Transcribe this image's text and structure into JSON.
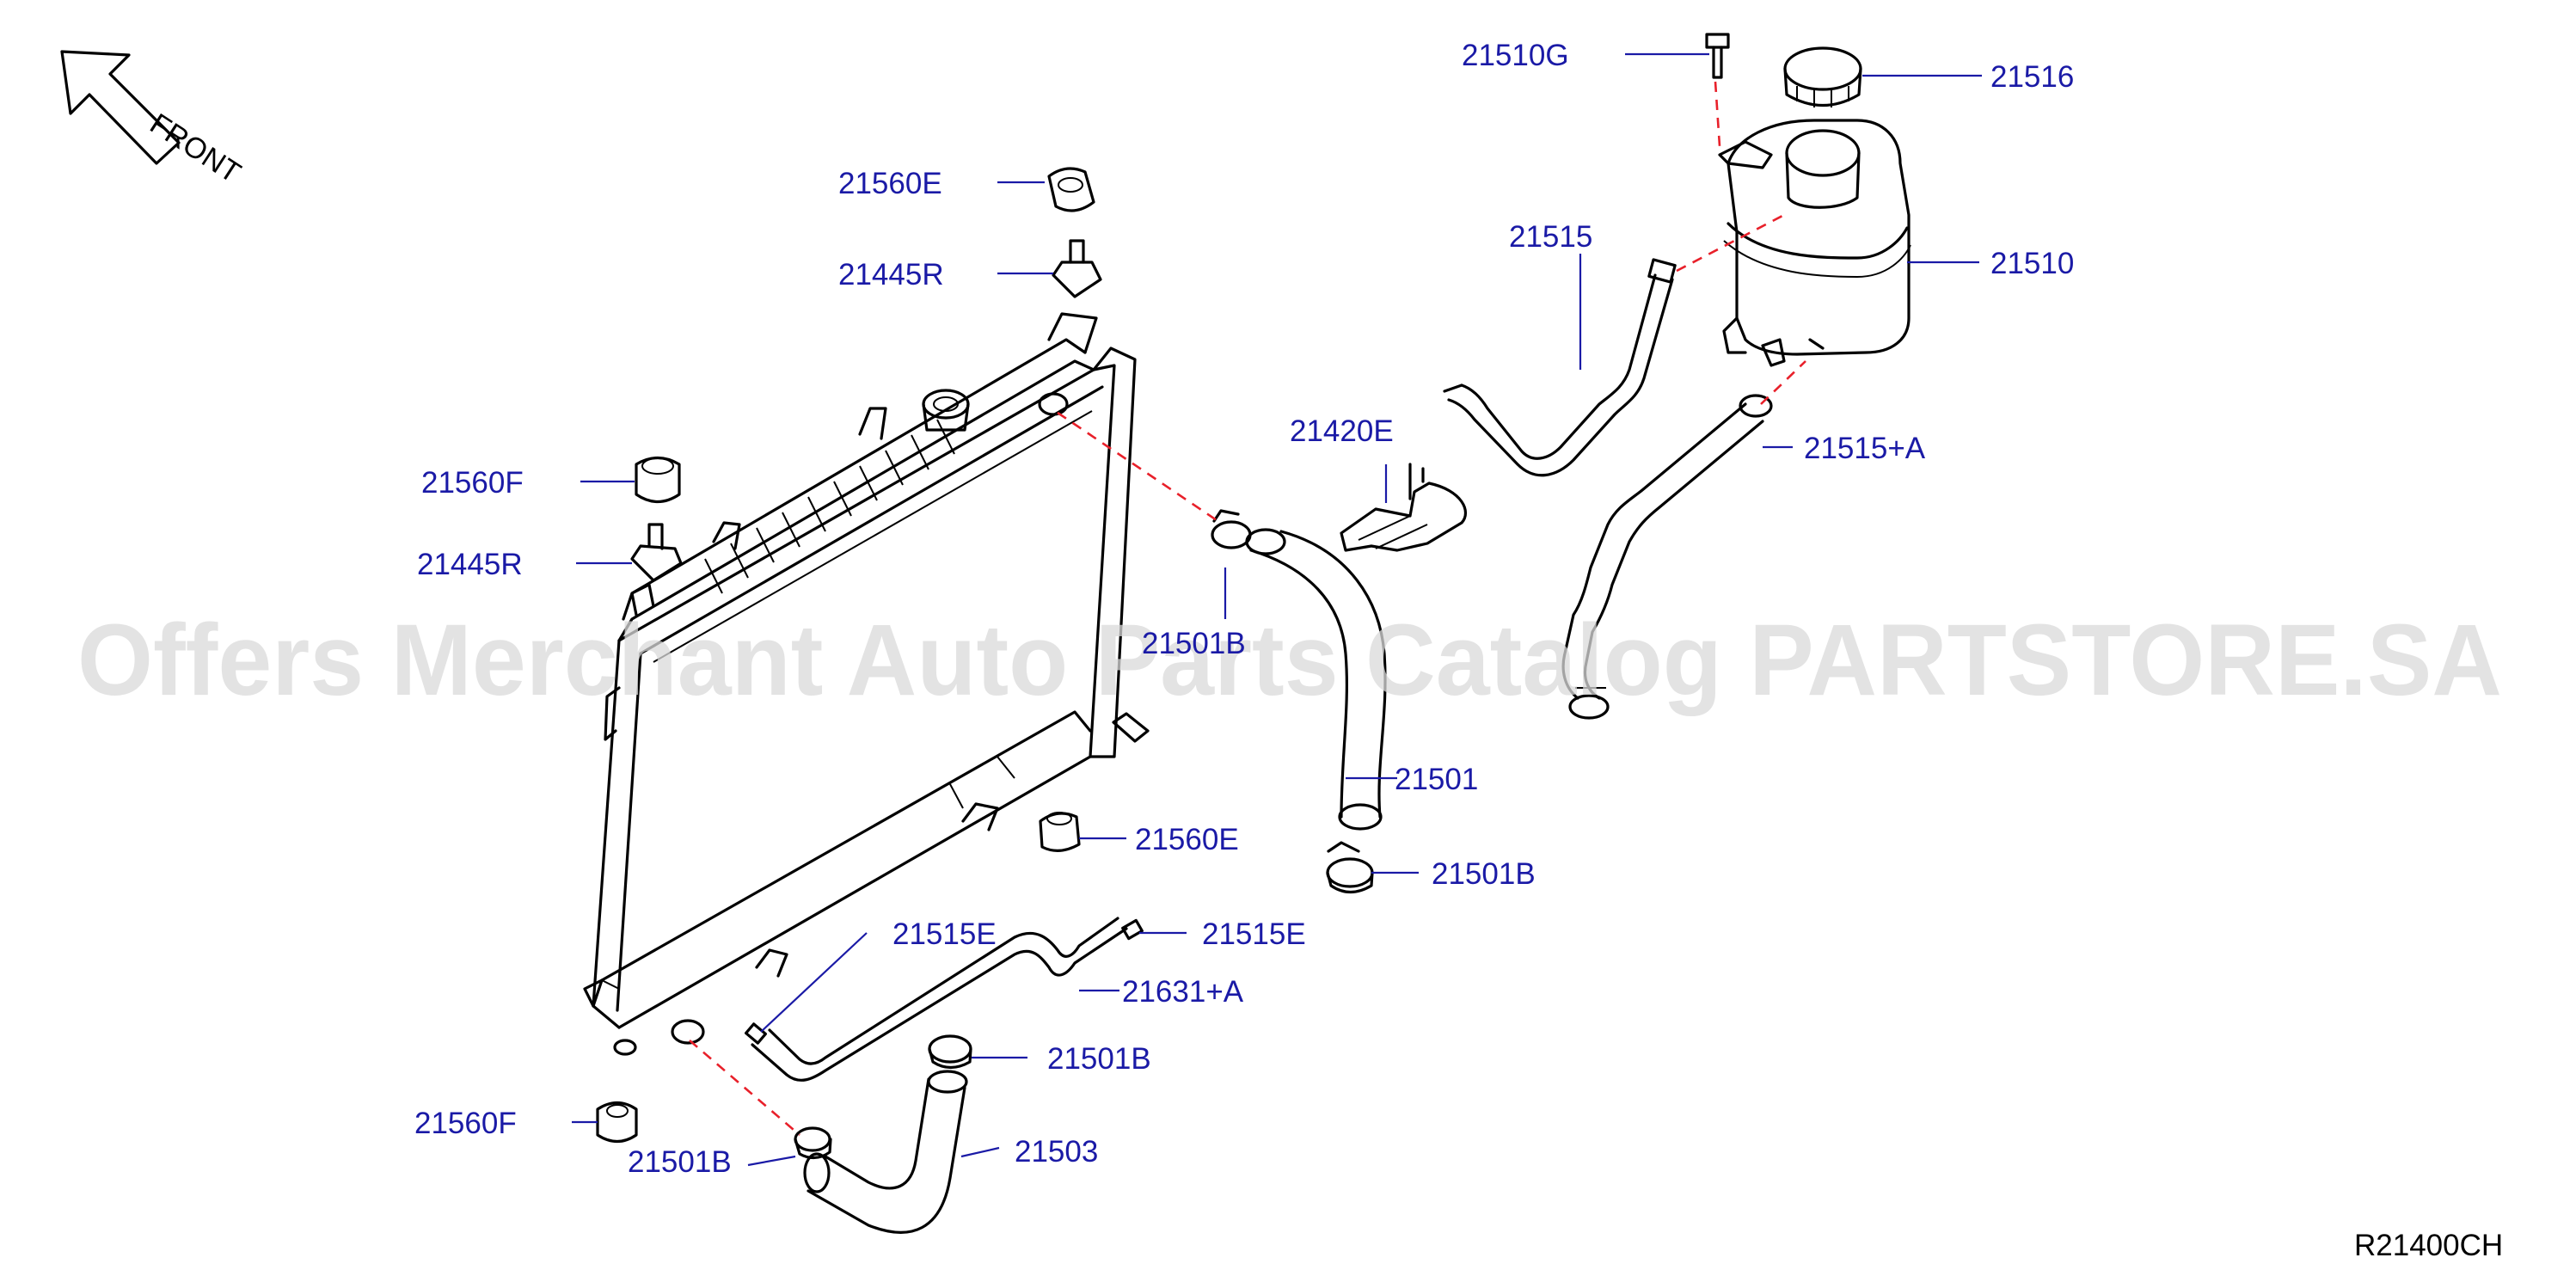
{
  "direction_label": "FRONT",
  "watermark": "Offers Merchant Auto Parts Catalog PARTSTORE.SA",
  "diagram_code": "R21400CH",
  "labels": {
    "p21510G": "21510G",
    "p21516": "21516",
    "p21515": "21515",
    "p21510": "21510",
    "p21515A": "21515+A",
    "p21560E_top": "21560E",
    "p21445R_top": "21445R",
    "p21420E": "21420E",
    "p21560F_top": "21560F",
    "p21445R_left": "21445R",
    "p21501B_upper": "21501B",
    "p21501": "21501",
    "p21560E_mid": "21560E",
    "p21501B_right": "21501B",
    "p21515E_left": "21515E",
    "p21515E_right": "21515E",
    "p21631A": "21631+A",
    "p21501B_lower": "21501B",
    "p21503": "21503",
    "p21560F_bottom": "21560F",
    "p21501B_bottom": "21501B"
  },
  "colors": {
    "label_text": "#1a1aa6",
    "dashed_link": "#e8202a",
    "linework": "#000000",
    "watermark": "#d9d9d9"
  }
}
